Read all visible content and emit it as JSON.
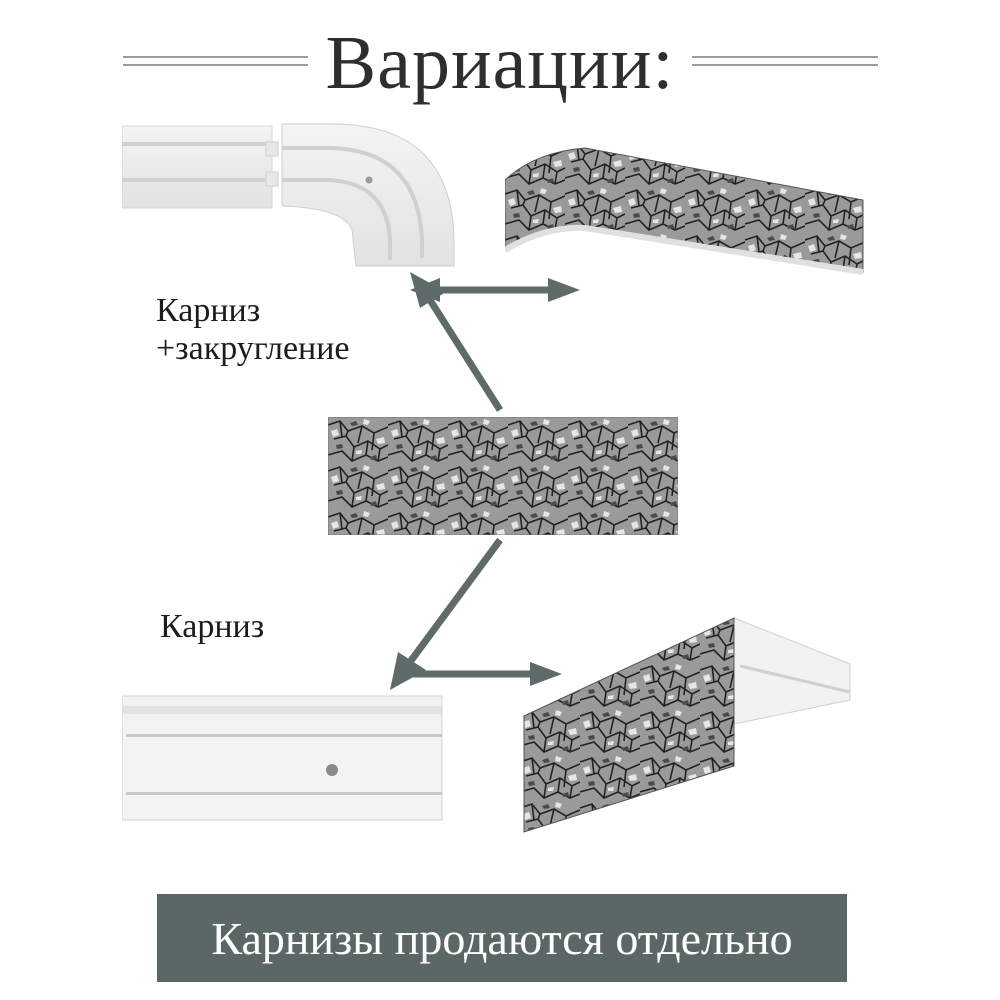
{
  "title": "Вариации:",
  "labels": {
    "cornice_rounding_line1": "Карниз",
    "cornice_rounding_line2": "+закругление",
    "cornice": "Карниз"
  },
  "footer": "Карнизы продаются отдельно",
  "colors": {
    "arrow": "#5f6b69",
    "footer_bg": "#5b6765",
    "title_text": "#2e2e2e",
    "rule": "#9a9a9a"
  }
}
